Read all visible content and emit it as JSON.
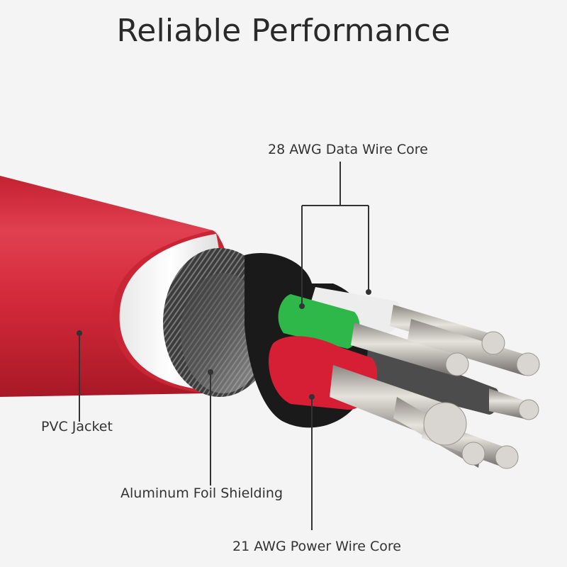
{
  "title": "Reliable Performance",
  "labels": {
    "data_wire": "28 AWG Data Wire Core",
    "pvc_jacket": "PVC Jacket",
    "foil": "Aluminum Foil Shielding",
    "power_wire": "21 AWG Power Wire Core"
  },
  "colors": {
    "background": "#f4f4f4",
    "jacket": "#d42a3a",
    "foil": "#4a4a4a",
    "green_wire": "#2fb84a",
    "red_wire": "#d61f35",
    "white_wire": "#f2f2f2",
    "copper": "#b8b4b0"
  }
}
